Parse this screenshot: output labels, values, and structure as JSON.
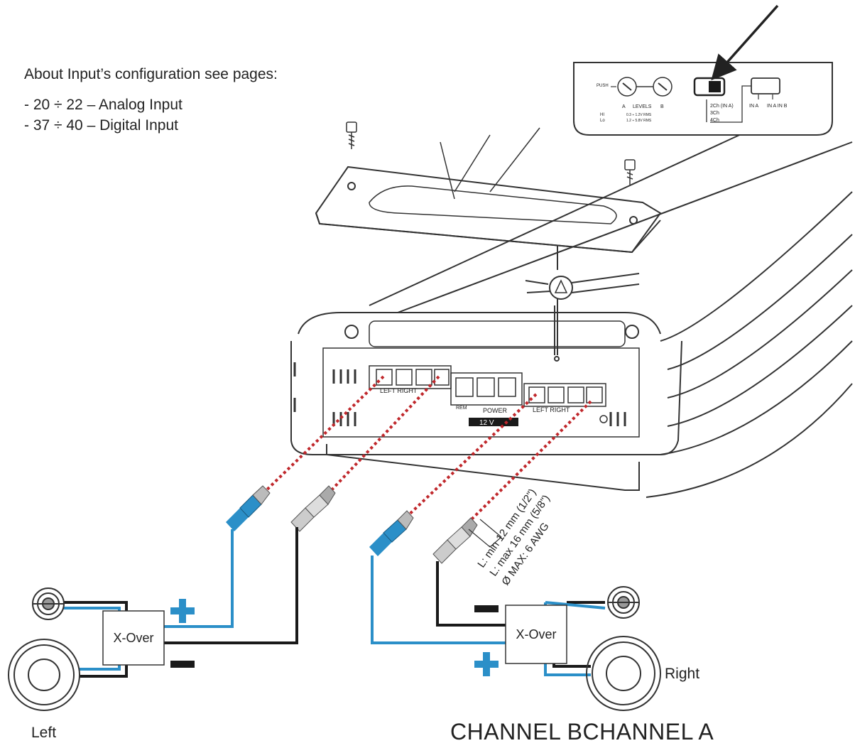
{
  "note": {
    "heading": "About Input’s configuration see pages:",
    "items": [
      "- 20 ÷ 22 – Analog Input",
      "- 37 ÷ 40 – Digital Input"
    ]
  },
  "inset": {
    "push": "PUSH",
    "hi": "HI",
    "lo": "Lo",
    "a": "A",
    "levels": "LEVELS",
    "b": "B",
    "range_hi": "0.3 ÷ 1.2V RMS",
    "range_lo": "1.2 ÷ 5.8V RMS",
    "modes": [
      "2Ch (IN A)",
      "3Ch",
      "4Ch"
    ],
    "in_a": "IN A",
    "in_ab": "IN A IN B"
  },
  "amp": {
    "left_right_1": "LEFT RIGHT",
    "left_right_2": "LEFT RIGHT",
    "power": "POWER",
    "voltage": "12 V",
    "rem": "REM"
  },
  "wire_spec": [
    "L: min 12 mm (1/2\")",
    "L: max 16 mm (5/8\")",
    "Ø MAX: 6 AWG"
  ],
  "left": {
    "xover": "X-Over",
    "plus": "+",
    "minus": "–",
    "label": "Left"
  },
  "right": {
    "xover": "X-Over",
    "plus": "+",
    "minus": "–",
    "label": "Right"
  },
  "channels": {
    "b": "CHANNEL B",
    "a": "CHANNEL A"
  },
  "colors": {
    "positive": "#2b8fc8",
    "negative": "#1a1a1a",
    "dotted": "#c0282c",
    "line": "#333333"
  }
}
